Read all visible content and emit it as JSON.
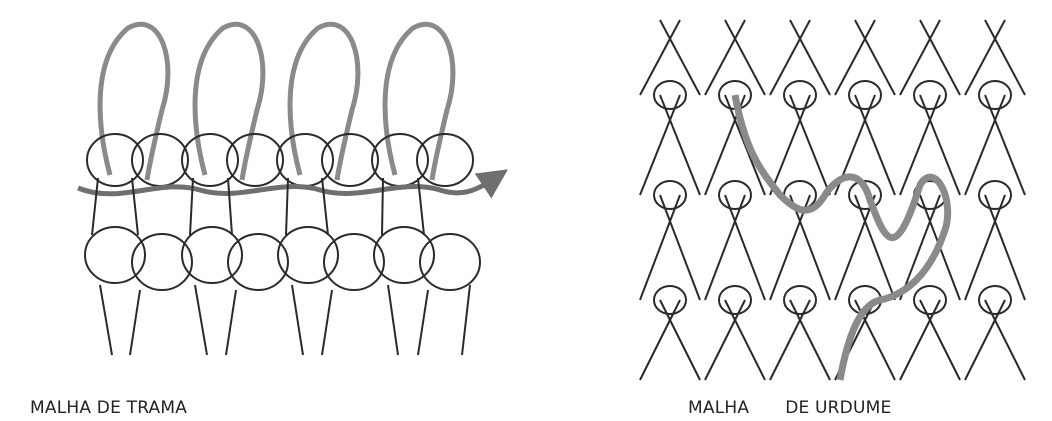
{
  "captions": {
    "weft_knit": "MALHA DE TRAMA",
    "warp_knit_part1": "MALHA",
    "warp_knit_part2": "DE URDUME"
  },
  "illustrations": {
    "left": {
      "depicts": "weft knit loops joined by a single horizontal yarn",
      "top_loops": 4,
      "loop_rows": 2
    },
    "right": {
      "depicts": "warp knit lattice with interlocking loops",
      "highlighted_yarn": "zig-zag"
    }
  },
  "colors": {
    "background": "#ffffff",
    "line": "#2a2a2a",
    "highlight_yarn": "#7d7d7d",
    "caption_text": "#222222"
  }
}
